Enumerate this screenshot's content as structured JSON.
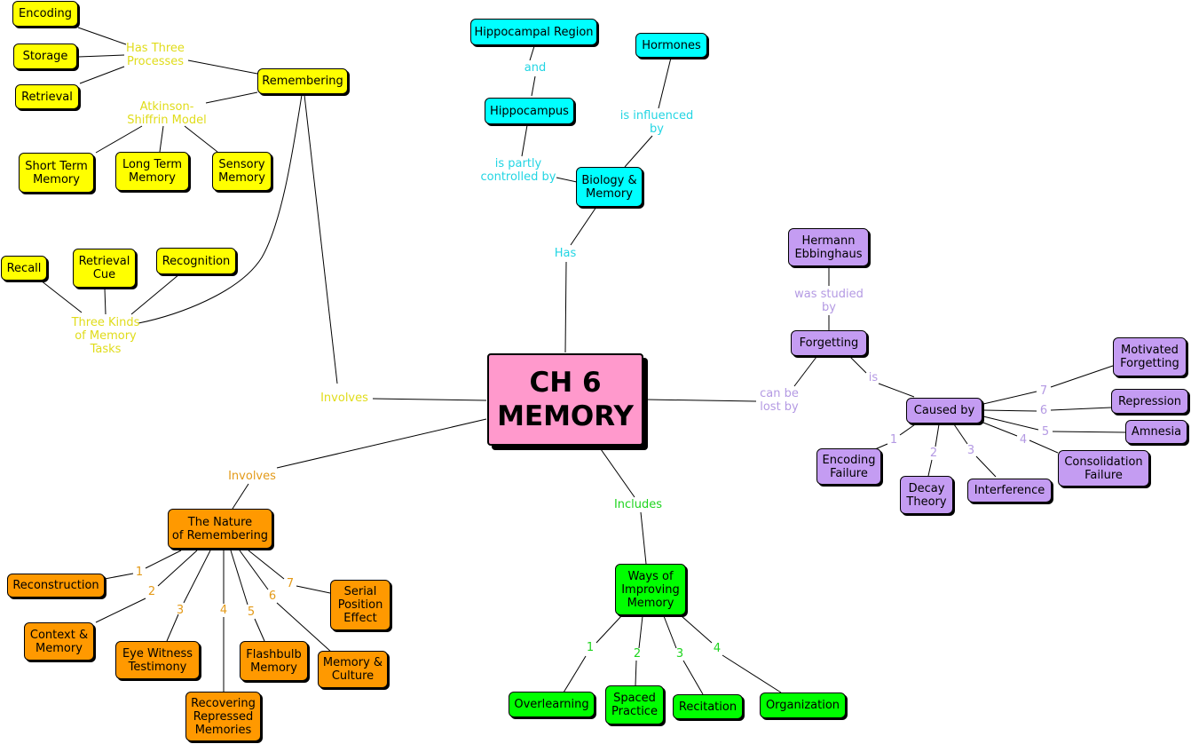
{
  "center": "CH 6\nMEMORY",
  "nodes": {
    "remembering": "Remembering",
    "encoding": "Encoding",
    "storage": "Storage",
    "retrieval": "Retrieval",
    "short_term": "Short Term\nMemory",
    "long_term": "Long Term\nMemory",
    "sensory": "Sensory\nMemory",
    "recall": "Recall",
    "retrieval_cue": "Retrieval\nCue",
    "recognition": "Recognition",
    "hippocampal_region": "Hippocampal Region",
    "hippocampus": "Hippocampus",
    "hormones": "Hormones",
    "biology_memory": "Biology &\nMemory",
    "ebbinghaus": "Hermann\nEbbinghaus",
    "forgetting": "Forgetting",
    "caused_by": "Caused by",
    "motivated_forgetting": "Motivated\nForgetting",
    "repression": "Repression",
    "amnesia": "Amnesia",
    "consolidation_failure": "Consolidation\nFailure",
    "interference": "Interference",
    "decay_theory": "Decay\nTheory",
    "encoding_failure": "Encoding\nFailure",
    "nature_of_remembering": "The Nature\nof Remembering",
    "reconstruction": "Reconstruction",
    "context_memory": "Context &\nMemory",
    "eye_witness": "Eye Witness\nTestimony",
    "recovering": "Recovering\nRepressed\nMemories",
    "flashbulb": "Flashbulb\nMemory",
    "memory_culture": "Memory &\nCulture",
    "serial_position": "Serial\nPosition\nEffect",
    "ways_improving": "Ways of\nImproving\nMemory",
    "overlearning": "Overlearning",
    "spaced_practice": "Spaced\nPractice",
    "recitation": "Recitation",
    "organization": "Organization"
  },
  "links": {
    "has_three_processes": "Has Three\nProcesses",
    "atkinson_shiffrin": "Atkinson-\nShiffrin Model",
    "three_kinds": "Three Kinds\nof Memory\nTasks",
    "involves_top": "Involves",
    "involves_bottom": "Involves",
    "and": "and",
    "partly_controlled": "is partly\ncontrolled by",
    "influenced_by": "is influenced\nby",
    "has": "Has",
    "studied_by": "was studied\nby",
    "lost_by": "can be\nlost by",
    "is": "is",
    "includes": "Includes"
  },
  "cause_numbers": [
    "1",
    "2",
    "3",
    "4",
    "5",
    "6",
    "7"
  ],
  "nature_numbers": [
    "1",
    "2",
    "3",
    "4",
    "5",
    "6",
    "7"
  ],
  "ways_numbers": [
    "1",
    "2",
    "3",
    "4"
  ],
  "colors": {
    "yellow": "#ffff00",
    "cyan": "#00ffff",
    "purple": "#c49cf2",
    "orange": "#ff9900",
    "green": "#00ff00",
    "pink": "#ff99cc"
  }
}
